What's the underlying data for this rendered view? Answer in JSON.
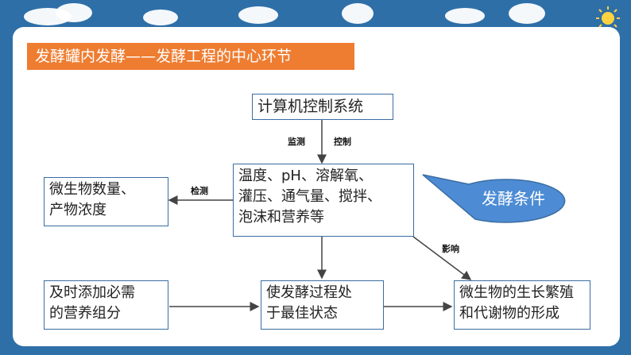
{
  "banner": {
    "title": "发酵罐内发酵——发酵工程的中心环节"
  },
  "nodes": {
    "computer": "计算机控制系统",
    "conditions": [
      "温度、pH、溶解氧、",
      "灌压、通气量、搅拌、",
      "泡沫和营养等"
    ],
    "microbe_count": [
      "微生物数量、",
      "产物浓度"
    ],
    "add_nutrients": [
      "及时添加必需",
      "的营养组分"
    ],
    "optimal_state": [
      "使发酵过程处",
      "于最佳状态"
    ],
    "growth": [
      "微生物的生长繁殖",
      "和代谢物的形成"
    ]
  },
  "edges": {
    "monitor": "监测",
    "control": "控制",
    "detect": "检测",
    "influence": "影响"
  },
  "callout": {
    "text": "发酵条件"
  },
  "colors": {
    "background": "#2e6fa8",
    "banner": "#ee7d31",
    "box_border": "#3b6da2",
    "callout": "#4d8cd4"
  }
}
